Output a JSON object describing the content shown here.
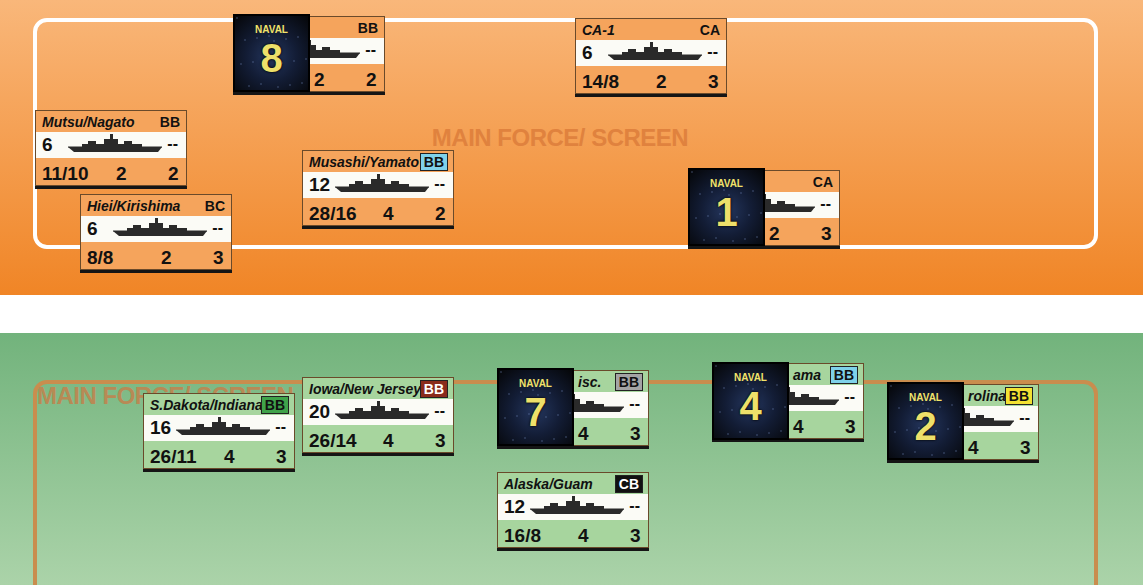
{
  "diagram": {
    "nodes": [
      {
        "text": [
          "MAIN FORCE/ SCREEN"
        ]
      },
      {
        "text": [
          "BB",
          "--",
          "2",
          "2"
        ],
        "in": 0
      },
      {
        "text": [
          "NAVAL",
          "8"
        ],
        "in": 0
      },
      {
        "text": [
          "CA-1",
          "CA",
          "6",
          "--",
          "14/8",
          "2",
          "3"
        ],
        "in": 0
      },
      {
        "text": [
          "Mutsu/Nagato",
          "BB",
          "6",
          "--",
          "11/10",
          "2",
          "2"
        ],
        "in": 0
      },
      {
        "text": [
          "Musashi/Yamato",
          "BB",
          "12",
          "--",
          "28/16",
          "4",
          "2"
        ],
        "in": 0
      },
      {
        "text": [
          "Hiei/Kirishima",
          "BC",
          "6",
          "--",
          "8/8",
          "2",
          "3"
        ],
        "in": 0
      },
      {
        "text": [
          "CA",
          "--",
          "2",
          "3"
        ],
        "in": 0
      },
      {
        "text": [
          "NAVAL",
          "1"
        ],
        "in": 0
      },
      {
        "text": [
          "MAIN FORCE/ SCREEN"
        ]
      },
      {
        "text": [
          "S.Dakota/Indiana",
          "BB",
          "16",
          "--",
          "26/11",
          "4",
          "3"
        ],
        "in": 9
      },
      {
        "text": [
          "Iowa/New Jersey",
          "BB",
          "20",
          "--",
          "26/14",
          "4",
          "3"
        ],
        "in": 9
      },
      {
        "text": [
          "isc.",
          "BB",
          "--",
          "4",
          "3"
        ],
        "in": 9
      },
      {
        "text": [
          "NAVAL",
          "7"
        ],
        "in": 9
      },
      {
        "text": [
          "Alaska/Guam",
          "CB",
          "12",
          "--",
          "16/8",
          "4",
          "3"
        ],
        "in": 9
      },
      {
        "text": [
          "ama",
          "BB",
          "--",
          "4",
          "3"
        ],
        "in": 9
      },
      {
        "text": [
          "NAVAL",
          "4"
        ],
        "in": 9
      },
      {
        "text": [
          "rolina",
          "BB",
          "--",
          "4",
          "3"
        ],
        "in": 9
      },
      {
        "text": [
          "NAVAL",
          "2"
        ],
        "in": 9
      }
    ]
  }
}
